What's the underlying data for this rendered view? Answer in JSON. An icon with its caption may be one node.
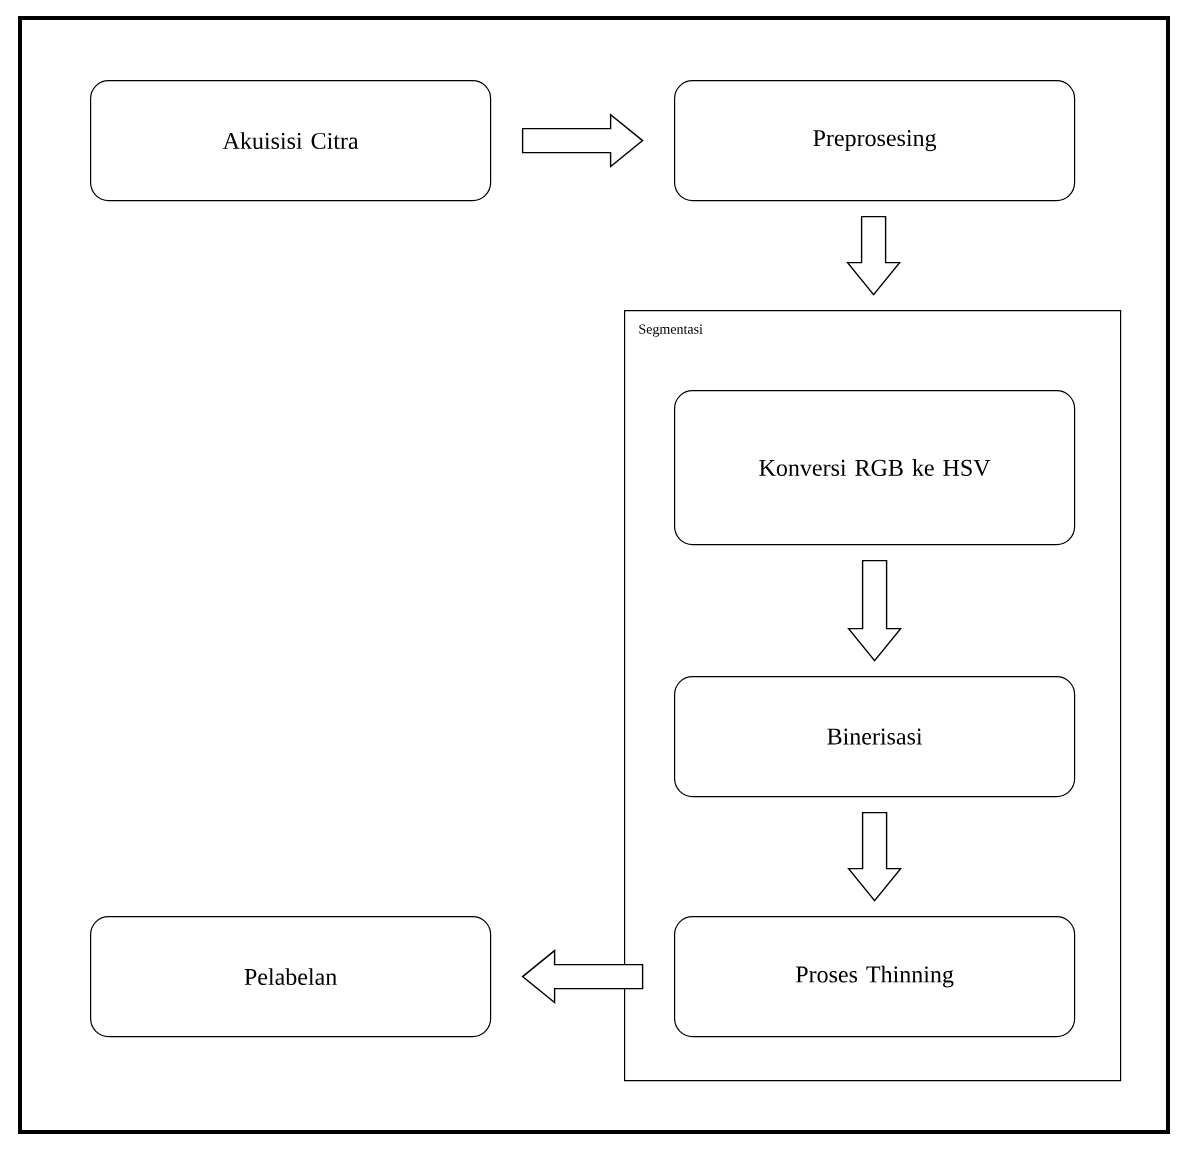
{
  "diagram": {
    "nodes": [
      {
        "text": [
          "Akuisisi Citra"
        ]
      },
      {
        "text": [
          "Preprosesing"
        ]
      },
      {
        "text": [
          "Segmentasi"
        ]
      },
      {
        "text": [
          "Konversi RGB ke HSV"
        ],
        "in": 2
      },
      {
        "text": [
          "Binerisasi"
        ],
        "in": 2
      },
      {
        "text": [
          "Proses Thinning"
        ],
        "in": 2
      },
      {
        "text": [
          "Pelabelan"
        ]
      }
    ],
    "edges": [
      {
        "from": 0,
        "to": 1,
        "arrow": "to"
      },
      {
        "from": 1,
        "to": 2,
        "arrow": "to"
      },
      {
        "from": 3,
        "to": 4,
        "arrow": "to"
      },
      {
        "from": 4,
        "to": 5,
        "arrow": "to"
      },
      {
        "from": 5,
        "to": 6,
        "arrow": "to"
      }
    ]
  }
}
